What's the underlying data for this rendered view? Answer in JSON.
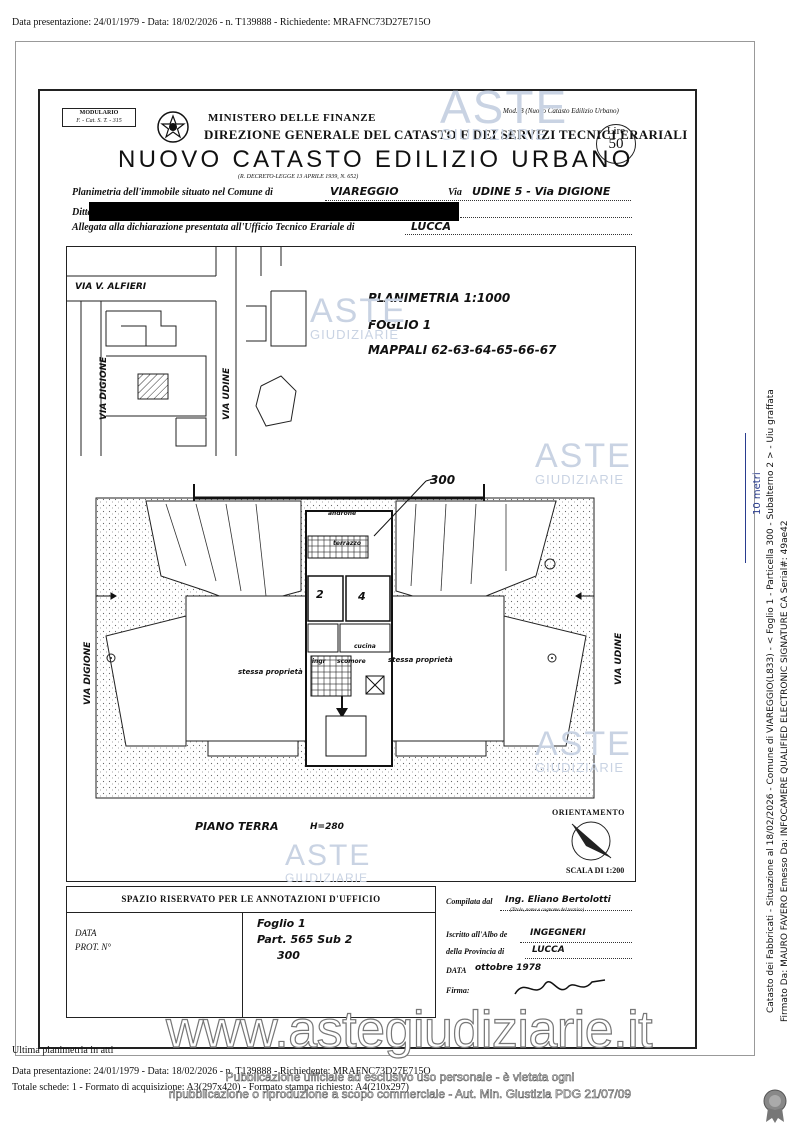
{
  "header_line": "Data presentazione: 24/01/1979 - Data: 18/02/2026 - n. T139888 - Richiedente: MRAFNC73D27E715O",
  "form": {
    "modulario_1": "MODULARIO",
    "modulario_2": "F. - Cat. S. T. - 315",
    "ministry": "MINISTERO DELLE FINANZE",
    "directorate": "DIREZIONE GENERALE DEL CATASTO E DEI SERVIZI TECNICI ERARIALI",
    "title": "NUOVO CATASTO EDILIZIO URBANO",
    "decree": "(R. DECRETO-LEGGE 13 APRILE 1939, N. 652)",
    "model": "Mod. B (Nuovo Catasto Edilizio Urbano)",
    "lire_label": "Lire",
    "lire_value": "50",
    "planimetria_label": "Planimetria dell'immobile situato nel Comune di",
    "comune": "VIAREGGIO",
    "via_label": "Via",
    "via": "UDINE 5 - Via DIGIONE",
    "ditta_label": "Ditta",
    "allegata_label": "Allegata alla dichiarazione presentata all'Ufficio Tecnico Erariale di",
    "ufficio": "LUCCA"
  },
  "plan": {
    "scale_line": "PLANIMETRIA 1:1000",
    "foglio_line": "FOGLIO 1",
    "mappali_line": "MAPPALI 62-63-64-65-66-67",
    "via_alfieri": "VIA V. ALFIERI",
    "via_digione": "VIA DIGIONE",
    "via_udine": "VIA UDINE",
    "ref_300": "300",
    "room_androne": "androne",
    "room_terrazzo": "terrazzo",
    "room_cucina": "cucina",
    "room_ingr": "ingr",
    "room_scomore": "scomore",
    "altro_1": "stessa proprietà",
    "altro_2": "stessa proprietà",
    "room_2": "2",
    "room_4": "4",
    "piano": "PIANO TERRA",
    "altezza": "H=280",
    "orientamento": "ORIENTAMENTO",
    "scala": "SCALA DI 1:200"
  },
  "annot": {
    "header": "SPAZIO RISERVATO PER LE ANNOTAZIONI D'UFFICIO",
    "data_label": "DATA",
    "prot_label": "PROT. N°",
    "hand_1": "Foglio 1",
    "hand_2": "Part. 565 Sub 2",
    "hand_3": "300"
  },
  "compilata": {
    "label": "Compilata dal",
    "value": "Ing. Eliano Bertolotti",
    "note": "(Titolo, nome e cognome del tecnico)",
    "albo_label": "Iscritto all'Albo de",
    "albo_value": "INGEGNERI",
    "provincia_label": "della Provincia di",
    "provincia_value": "LUCCA",
    "data_label": "DATA",
    "data_value": "ottobre 1978",
    "firma_label": "Firma:"
  },
  "watermark": {
    "word1": "ASTE",
    "word2": "GIUDIZIARIE",
    "site": "www.astegiudiziarie.it"
  },
  "side": {
    "scale_bar": "10 metri",
    "vertical_1": "Catasto dei Fabbricati - Situazione al 18/02/2026 - Comune di VIAREGGIO(L833) - < Foglio 1 - Particella 300 - Subalterno 2 > - Uiu graffata",
    "vertical_2": "Firmato Da: MAURO FAVERO Emesso Da: INFOCAMERE QUALIFIED ELECTRONIC SIGNATURE CA Serial#: 49ae42"
  },
  "footer": {
    "ultima": "Ultima planimetria in atti",
    "line1": "Data presentazione: 24/01/1979 - Data: 18/02/2026 - n. T139888 - Richiedente: MRAFNC73D27E715O",
    "line2": "Totale schede: 1 - Formato di acquisizione: A3(297x420) - Formato stampa richiesto: A4(210x297)",
    "disc1": "Pubblicazione ufficiale ad esclusivo uso personale - è vietata ogni",
    "disc2": "ripubblicazione o riproduzione a scopo commerciale - Aut. Min. Giustizia PDG 21/07/09"
  }
}
